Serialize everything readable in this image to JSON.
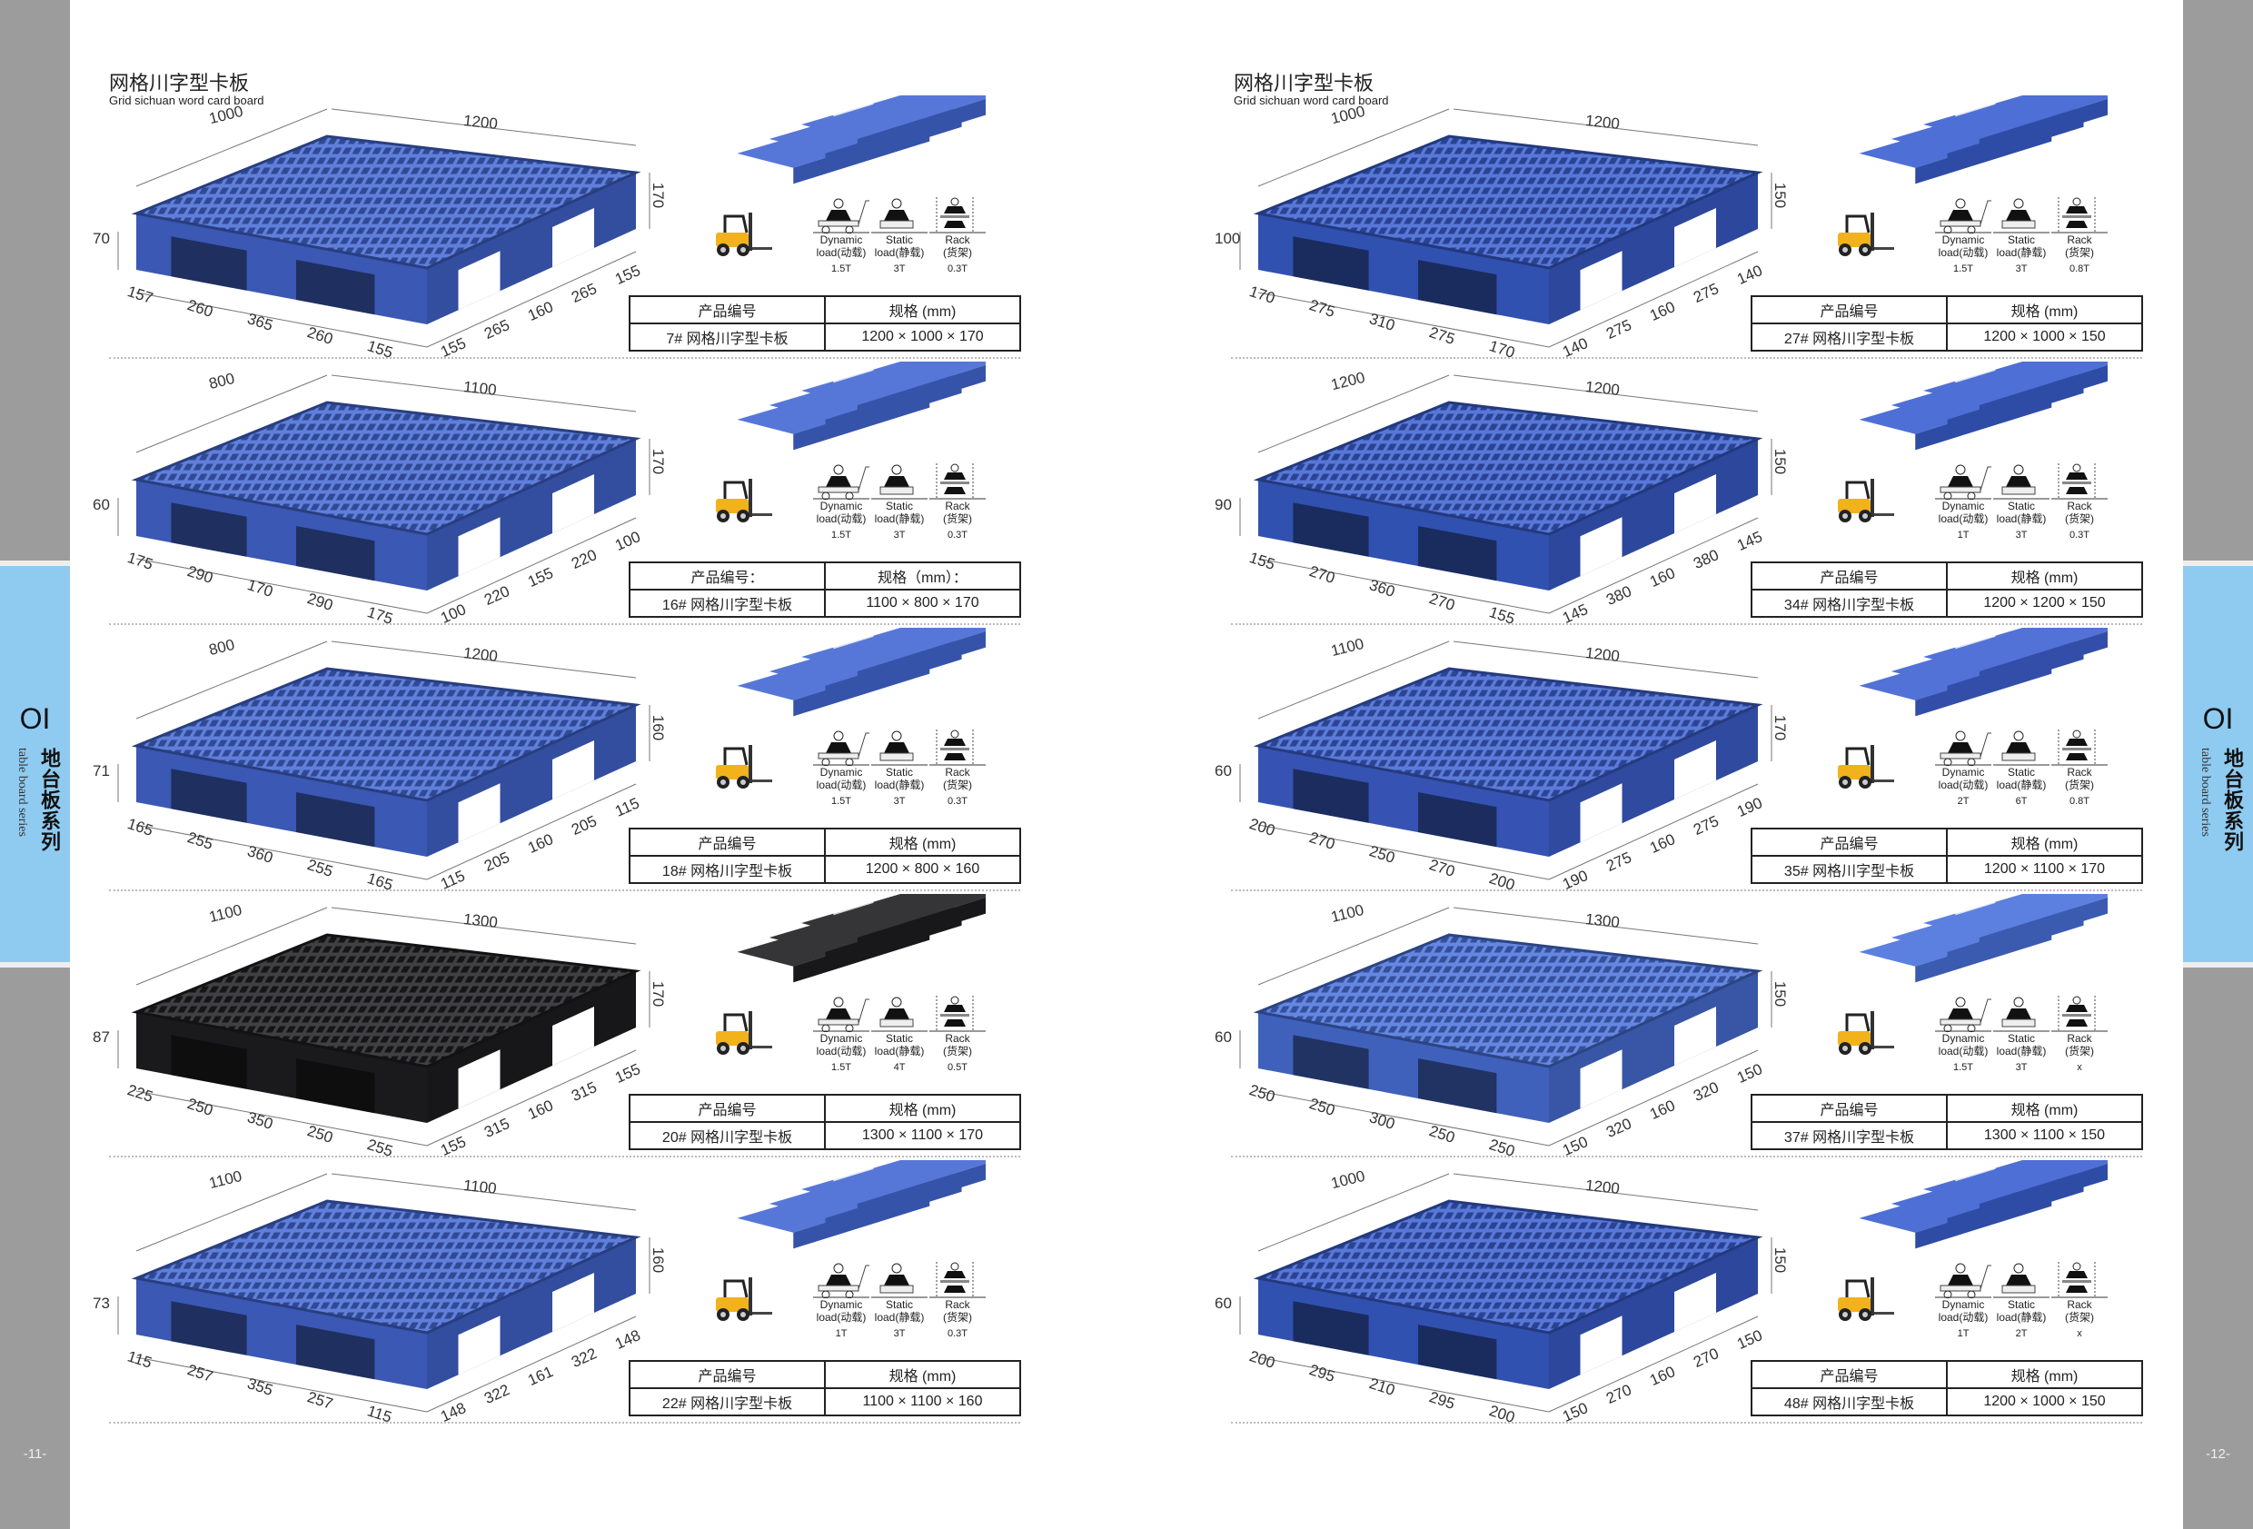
{
  "side_tab": {
    "num": "OI",
    "cn": "地台板系列",
    "en": "table board series"
  },
  "labels": {
    "dynamic_1": "Dynamic",
    "dynamic_2": "load(动载)",
    "static_1": "Static",
    "static_2": "load(静载)",
    "rack_1": "Rack",
    "rack_2": "(货架)"
  },
  "pages": [
    {
      "title_cn": "网格川字型卡板",
      "title_en": "Grid sichuan word card board",
      "page_number": "-11-",
      "items": [
        {
          "header_code": "产品编号",
          "header_spec": "规格 (mm)",
          "code": "7# 网格川字型卡板",
          "spec": "1200 × 1000 × 170",
          "dynamic": "1.5T",
          "static": "3T",
          "rack": "0.3T",
          "color": "#4468d4",
          "dims": {
            "top": [
              "1000",
              "1200"
            ],
            "left_h": "70",
            "right_h": "170",
            "front": [
              "157",
              "260",
              "365",
              "260",
              "155"
            ],
            "side": [
              "155",
              "265",
              "160",
              "265",
              "155"
            ]
          }
        },
        {
          "header_code": "产品编号：",
          "header_spec": "规格（mm）：",
          "code": "16# 网格川字型卡板",
          "spec": "1100 × 800 × 170",
          "dynamic": "1.5T",
          "static": "3T",
          "rack": "0.3T",
          "color": "#4468d4",
          "dims": {
            "top": [
              "800",
              "1100"
            ],
            "left_h": "60",
            "right_h": "170",
            "front": [
              "175",
              "290",
              "170",
              "290",
              "175"
            ],
            "side": [
              "100",
              "220",
              "155",
              "220",
              "100"
            ]
          }
        },
        {
          "header_code": "产品编号",
          "header_spec": "规格 (mm)",
          "code": "18# 网格川字型卡板",
          "spec": "1200 × 800 × 160",
          "dynamic": "1.5T",
          "static": "3T",
          "rack": "0.3T",
          "color": "#4468d4",
          "dims": {
            "top": [
              "800",
              "1200"
            ],
            "left_h": "71",
            "right_h": "160",
            "front": [
              "165",
              "255",
              "360",
              "255",
              "165"
            ],
            "side": [
              "115",
              "205",
              "160",
              "205",
              "115"
            ]
          }
        },
        {
          "header_code": "产品编号",
          "header_spec": "规格 (mm)",
          "code": "20# 网格川字型卡板",
          "spec": "1300 × 1100 × 170",
          "dynamic": "1.5T",
          "static": "4T",
          "rack": "0.5T",
          "color": "#1e1e22",
          "dims": {
            "top": [
              "1100",
              "1300"
            ],
            "left_h": "87",
            "right_h": "170",
            "front": [
              "225",
              "250",
              "350",
              "250",
              "255"
            ],
            "side": [
              "155",
              "315",
              "160",
              "315",
              "155"
            ]
          }
        },
        {
          "header_code": "产品编号",
          "header_spec": "规格 (mm)",
          "code": "22# 网格川字型卡板",
          "spec": "1100 × 1100 × 160",
          "dynamic": "1T",
          "static": "3T",
          "rack": "0.3T",
          "color": "#4468d4",
          "dims": {
            "top": [
              "1100",
              "1100"
            ],
            "left_h": "73",
            "right_h": "160",
            "front": [
              "115",
              "257",
              "355",
              "257",
              "115"
            ],
            "side": [
              "148",
              "322",
              "161",
              "322",
              "148"
            ]
          }
        }
      ]
    },
    {
      "title_cn": "网格川字型卡板",
      "title_en": "Grid sichuan word card board",
      "page_number": "-12-",
      "items": [
        {
          "header_code": "产品编号",
          "header_spec": "规格 (mm)",
          "code": "27# 网格川字型卡板",
          "spec": "1200 × 1000 × 150",
          "dynamic": "1.5T",
          "static": "3T",
          "rack": "0.8T",
          "color": "#3a5fd0",
          "dims": {
            "top": [
              "1000",
              "1200"
            ],
            "left_h": "100",
            "right_h": "150",
            "front": [
              "170",
              "275",
              "310",
              "275",
              "170"
            ],
            "side": [
              "140",
              "275",
              "160",
              "275",
              "140"
            ]
          }
        },
        {
          "header_code": "产品编号",
          "header_spec": "规格 (mm)",
          "code": "34# 网格川字型卡板",
          "spec": "1200 × 1200 × 150",
          "dynamic": "1T",
          "static": "3T",
          "rack": "0.3T",
          "color": "#3a5fd0",
          "dims": {
            "top": [
              "1200",
              "1200"
            ],
            "left_h": "90",
            "right_h": "150",
            "front": [
              "155",
              "270",
              "360",
              "270",
              "155"
            ],
            "side": [
              "145",
              "380",
              "160",
              "380",
              "145"
            ]
          }
        },
        {
          "header_code": "产品编号",
          "header_spec": "规格 (mm)",
          "code": "35# 网格川字型卡板",
          "spec": "1200 × 1100 × 170",
          "dynamic": "2T",
          "static": "6T",
          "rack": "0.8T",
          "color": "#3f62d2",
          "dims": {
            "top": [
              "1100",
              "1200"
            ],
            "left_h": "60",
            "right_h": "170",
            "front": [
              "200",
              "270",
              "250",
              "270",
              "200"
            ],
            "side": [
              "190",
              "275",
              "160",
              "275",
              "190"
            ]
          }
        },
        {
          "header_code": "产品编号",
          "header_spec": "规格 (mm)",
          "code": "37# 网格川字型卡板",
          "spec": "1300 × 1100 × 150",
          "dynamic": "1.5T",
          "static": "3T",
          "rack": "x",
          "color": "#4a72dc",
          "dims": {
            "top": [
              "1100",
              "1300"
            ],
            "left_h": "60",
            "right_h": "150",
            "front": [
              "250",
              "250",
              "300",
              "250",
              "250"
            ],
            "side": [
              "150",
              "320",
              "160",
              "320",
              "150"
            ]
          }
        },
        {
          "header_code": "产品编号",
          "header_spec": "规格 (mm)",
          "code": "48# 网格川字型卡板",
          "spec": "1200 × 1000 × 150",
          "dynamic": "1T",
          "static": "2T",
          "rack": "x",
          "color": "#3a5fd0",
          "dims": {
            "top": [
              "1000",
              "1200"
            ],
            "left_h": "60",
            "right_h": "150",
            "front": [
              "200",
              "295",
              "210",
              "295",
              "200"
            ],
            "side": [
              "150",
              "270",
              "160",
              "270",
              "150"
            ]
          }
        }
      ]
    }
  ]
}
